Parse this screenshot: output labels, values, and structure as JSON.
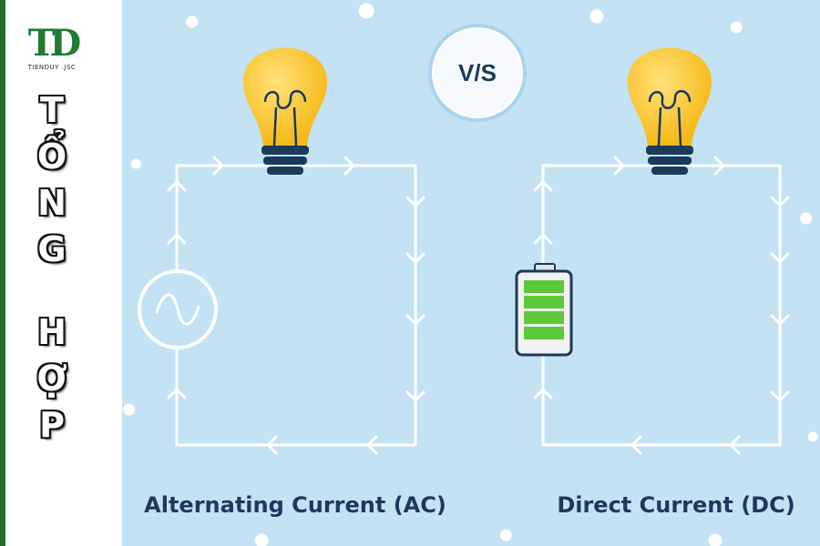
{
  "sidebar": {
    "logo_mark": "TD",
    "logo_sub": "TIENDUY .JSC",
    "title_word1": [
      "T",
      "Ổ",
      "N",
      "G"
    ],
    "title_word2": [
      "H",
      "Ợ",
      "P"
    ]
  },
  "diagram": {
    "vs_label": "V/S",
    "ac_label": "Alternating Current (AC)",
    "dc_label": "Direct Current (DC)",
    "colors": {
      "panel": "#c3e2f4",
      "wire": "#ffffff",
      "text": "#1b3a5c",
      "bulb": "#fbc52a",
      "bulb_base": "#1b3a5c",
      "battery_fill": "#5cc93a"
    },
    "icons": [
      "light-bulb-icon",
      "ac-source-icon",
      "battery-icon",
      "direction-arrow-icon"
    ]
  }
}
